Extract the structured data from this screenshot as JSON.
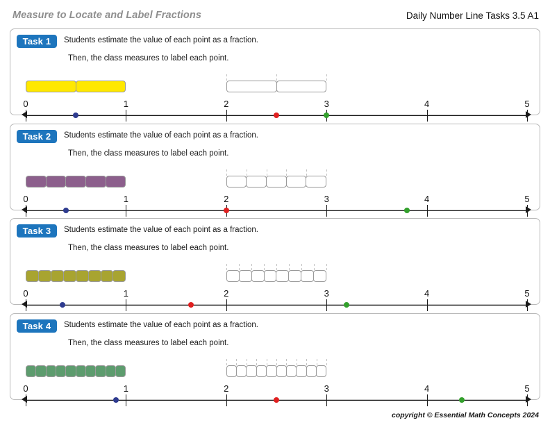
{
  "header": {
    "title": "Measure to Locate and Label Fractions",
    "code": "Daily Number Line Tasks 3.5 A1"
  },
  "footer": {
    "copyright": "copyright © Essential Math Concepts 2024"
  },
  "common": {
    "instruction_1": "Students estimate the value of each point as a fraction.",
    "instruction_2": "Then, the class measures to label each point.",
    "tick_labels": [
      "0",
      "1",
      "2",
      "3",
      "4",
      "5"
    ],
    "axis_min": 0,
    "axis_max": 5,
    "colors": {
      "badge": "#1d75bd",
      "blue_dot": "#2e3b8f",
      "red_dot": "#e02020",
      "green_dot": "#33a02c",
      "bar_border": "#9a9a9a",
      "panel_border": "#b9b9b9",
      "header_title": "#8e8e8e"
    }
  },
  "tasks": [
    {
      "badge": "Task 1",
      "instruction_1": "Students estimate the value of each point as a fraction.",
      "instruction_2": "Then, the class measures to label each point.",
      "filled_bar": {
        "segments": 2,
        "color": "#FFE800",
        "from": 0,
        "to": 1
      },
      "empty_bar": {
        "segments": 2,
        "color": "#ffffff",
        "from": 2,
        "to": 3
      },
      "points": [
        {
          "name": "blue-point",
          "value": 0.5,
          "color": "#2e3b8f"
        },
        {
          "name": "red-point",
          "value": 2.5,
          "color": "#e02020"
        },
        {
          "name": "green-point",
          "value": 3.0,
          "color": "#33a02c"
        }
      ]
    },
    {
      "badge": "Task 2",
      "instruction_1": "Students estimate the value of each point as a fraction.",
      "instruction_2": "Then, the class measures to label each point.",
      "filled_bar": {
        "segments": 5,
        "color": "#8C5F8C",
        "from": 0,
        "to": 1
      },
      "empty_bar": {
        "segments": 5,
        "color": "#ffffff",
        "from": 2,
        "to": 3
      },
      "points": [
        {
          "name": "blue-point",
          "value": 0.4,
          "color": "#2e3b8f"
        },
        {
          "name": "red-point",
          "value": 2.0,
          "color": "#e02020"
        },
        {
          "name": "green-point",
          "value": 3.8,
          "color": "#33a02c"
        }
      ]
    },
    {
      "badge": "Task 3",
      "instruction_1": "Students estimate the value of each point as a fraction.",
      "instruction_2": "Then, the class measures to label each point.",
      "filled_bar": {
        "segments": 8,
        "color": "#A8A430",
        "from": 0,
        "to": 1
      },
      "empty_bar": {
        "segments": 8,
        "color": "#ffffff",
        "from": 2,
        "to": 3
      },
      "points": [
        {
          "name": "blue-point",
          "value": 0.37,
          "color": "#2e3b8f"
        },
        {
          "name": "red-point",
          "value": 1.65,
          "color": "#e02020"
        },
        {
          "name": "green-point",
          "value": 3.2,
          "color": "#33a02c"
        }
      ]
    },
    {
      "badge": "Task 4",
      "instruction_1": "Students estimate the value of each point as a fraction.",
      "instruction_2": "Then, the class measures to label each point.",
      "filled_bar": {
        "segments": 10,
        "color": "#5D9C6E",
        "from": 0,
        "to": 1
      },
      "empty_bar": {
        "segments": 10,
        "color": "#ffffff",
        "from": 2,
        "to": 3
      },
      "points": [
        {
          "name": "blue-point",
          "value": 0.9,
          "color": "#2e3b8f"
        },
        {
          "name": "red-point",
          "value": 2.5,
          "color": "#e02020"
        },
        {
          "name": "green-point",
          "value": 4.35,
          "color": "#33a02c"
        }
      ]
    }
  ]
}
